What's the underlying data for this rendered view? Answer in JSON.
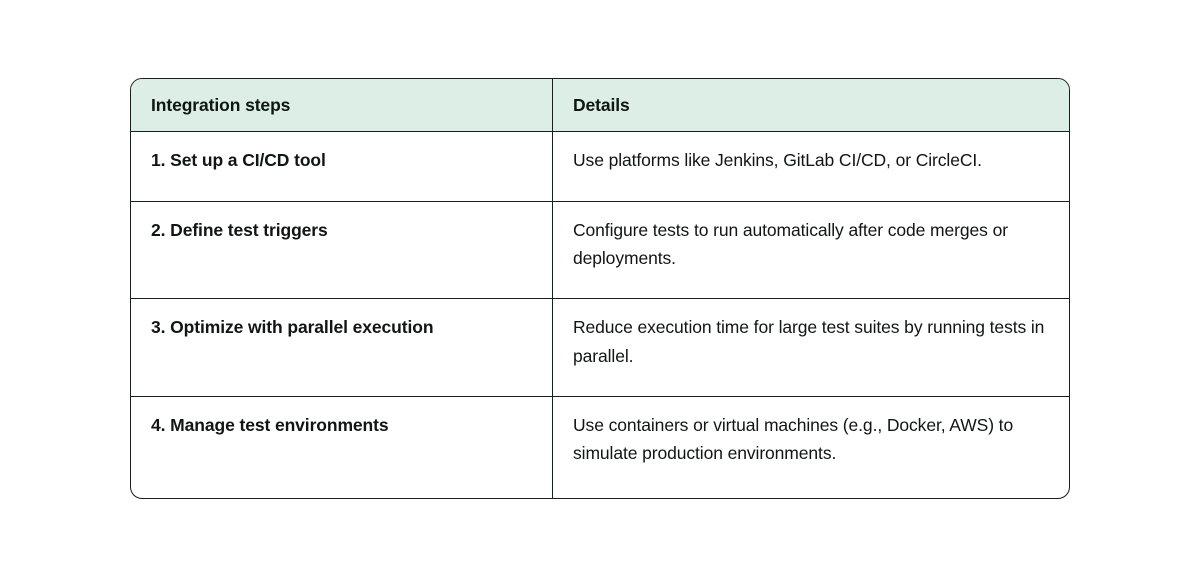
{
  "table": {
    "columns": [
      {
        "key": "steps",
        "label": "Integration steps"
      },
      {
        "key": "details",
        "label": "Details"
      }
    ],
    "header_background": "#dceee5",
    "border_color": "#16211c",
    "text_color": "#101613",
    "rows": [
      {
        "step": "1. Set up a CI/CD tool",
        "details": "Use platforms like Jenkins, GitLab CI/CD, or CircleCI."
      },
      {
        "step": "2. Define test triggers",
        "details": "Configure tests to run automatically after code merges or deployments."
      },
      {
        "step": "3. Optimize with parallel execution",
        "details": "Reduce execution time for large test suites by running tests in parallel."
      },
      {
        "step": "4. Manage test environments",
        "details": "Use containers or virtual machines (e.g., Docker, AWS) to simulate production environments."
      }
    ]
  }
}
